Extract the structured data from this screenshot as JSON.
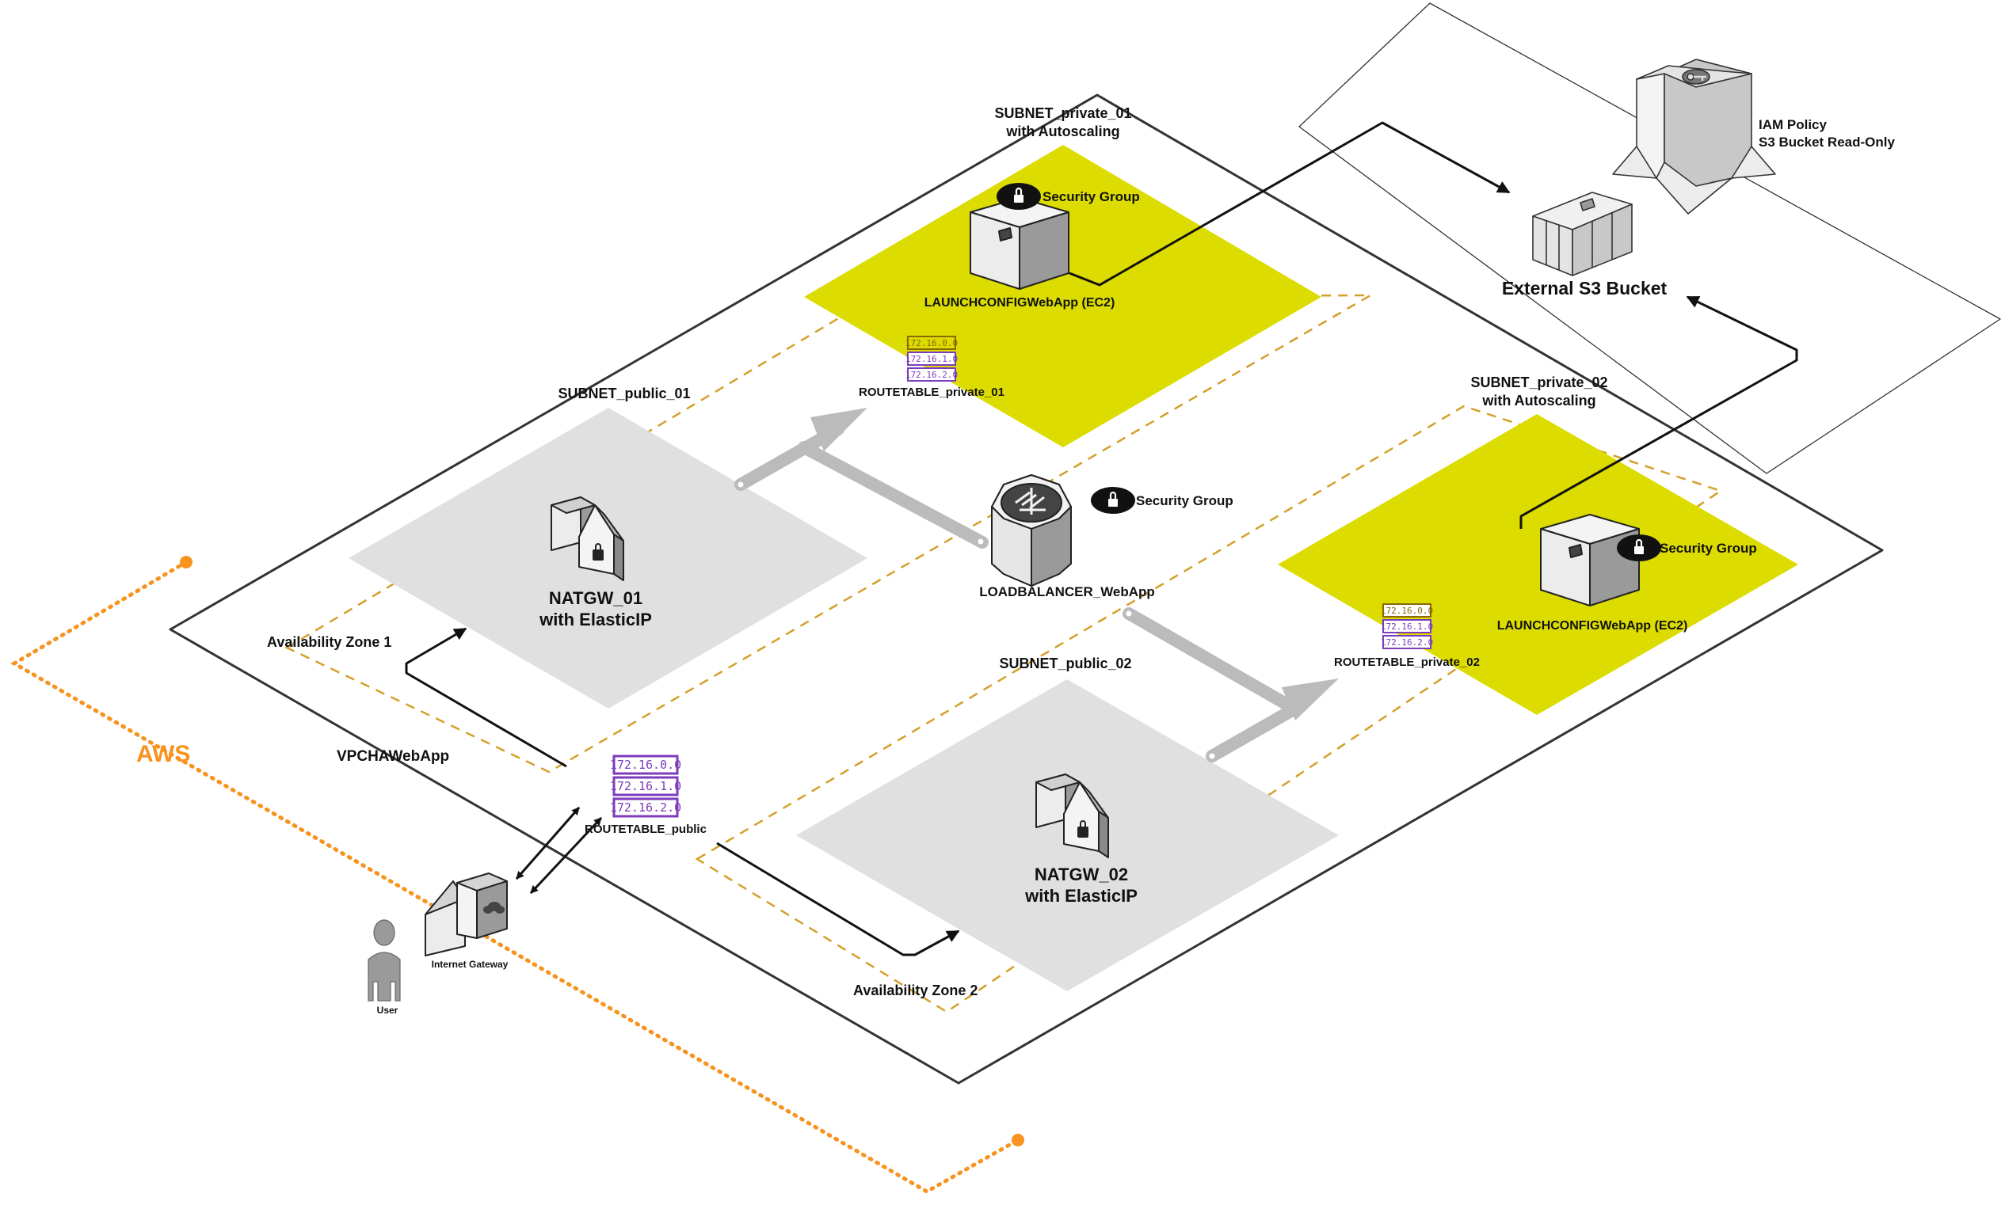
{
  "aws_label": "AWS",
  "vpc_label": "VPCHAWebApp",
  "az1_label": "Availability Zone 1",
  "az2_label": "Availability Zone 2",
  "subnet_public_01": "SUBNET_public_01",
  "subnet_public_02": "SUBNET_public_02",
  "subnet_private_01": {
    "line1": "SUBNET_private_01",
    "line2": "with Autoscaling"
  },
  "subnet_private_02": {
    "line1": "SUBNET_private_02",
    "line2": "with Autoscaling"
  },
  "natgw_01": {
    "line1": "NATGW_01",
    "line2": "with ElasticIP"
  },
  "natgw_02": {
    "line1": "NATGW_02",
    "line2": "with ElasticIP"
  },
  "ec2_01": "LAUNCHCONFIGWebApp (EC2)",
  "ec2_02": "LAUNCHCONFIGWebApp (EC2)",
  "security_group_1": "Security Group",
  "security_group_2": "Security Group",
  "security_group_3": "Security Group",
  "loadbalancer": "LOADBALANCER_WebApp",
  "routetable_public": {
    "label": "ROUTETABLE_public",
    "cidrs": [
      "172.16.0.0",
      "172.16.1.0",
      "172.16.2.0"
    ]
  },
  "routetable_private_01": {
    "label": "ROUTETABLE_private_01",
    "cidrs": [
      "172.16.0.0",
      "172.16.1.0",
      "172.16.2.0"
    ]
  },
  "routetable_private_02": {
    "label": "ROUTETABLE_private_02",
    "cidrs": [
      "172.16.0.0",
      "172.16.1.0",
      "172.16.2.0"
    ]
  },
  "internet_gateway": "Internet Gateway",
  "user": "User",
  "s3_bucket": "External S3 Bucket",
  "iam_policy": {
    "line1": "IAM Policy",
    "line2": "S3 Bucket Read-Only"
  },
  "colors": {
    "aws_orange": "#f7931e",
    "subnet_private": "#dcdc00",
    "subnet_public": "#e0e0e0",
    "az_dash": "#d4a02a",
    "routetable_purple": "#7d3cbb",
    "routetable_olive": "#8a6a00"
  },
  "icons": {
    "natgw": "nat-gateway-icon",
    "ec2": "ec2-instance-icon",
    "loadbalancer": "load-balancer-icon",
    "security_group": "padlock-icon",
    "s3": "s3-bucket-icon",
    "iam": "iam-policy-icon",
    "igw": "internet-gateway-icon",
    "user": "user-icon"
  }
}
